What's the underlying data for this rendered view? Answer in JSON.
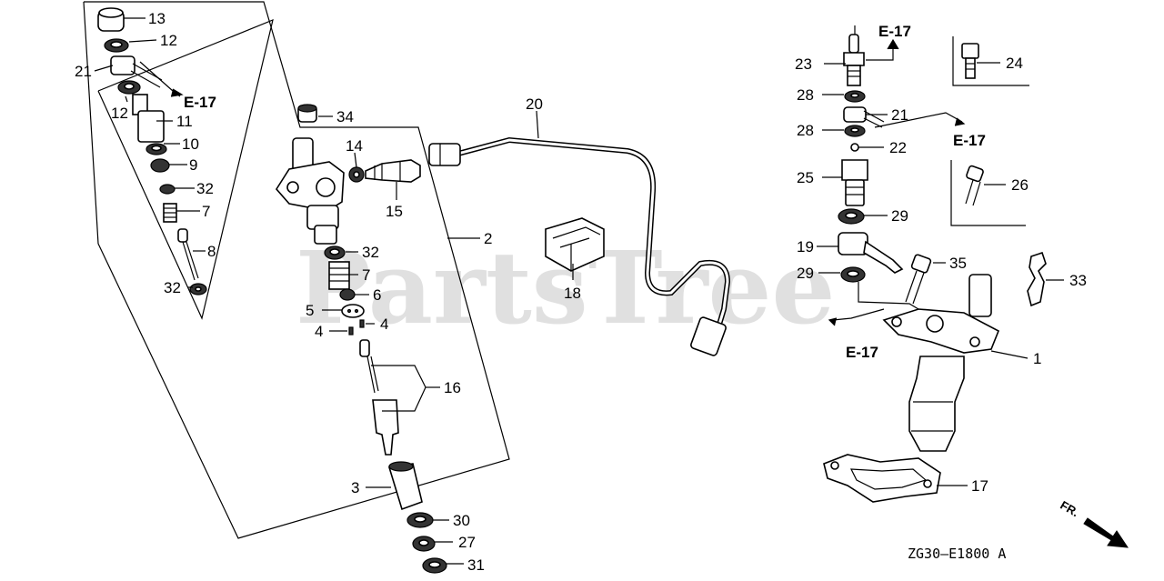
{
  "watermark": "PartsTree",
  "diagram_code": "ZG30—E1800 A",
  "direction_marker": "FR.",
  "callouts": [
    {
      "id": "c1",
      "text": "13"
    },
    {
      "id": "c2",
      "text": "12"
    },
    {
      "id": "c3",
      "text": "21"
    },
    {
      "id": "c4",
      "text": "12"
    },
    {
      "id": "c5",
      "text": "11"
    },
    {
      "id": "c6",
      "text": "10"
    },
    {
      "id": "c7",
      "text": "9"
    },
    {
      "id": "c8",
      "text": "32"
    },
    {
      "id": "c9",
      "text": "7"
    },
    {
      "id": "c10",
      "text": "8"
    },
    {
      "id": "c11",
      "text": "32"
    },
    {
      "id": "c12",
      "text": "34"
    },
    {
      "id": "c13",
      "text": "14"
    },
    {
      "id": "c14",
      "text": "15"
    },
    {
      "id": "c15",
      "text": "2"
    },
    {
      "id": "c16",
      "text": "32"
    },
    {
      "id": "c17",
      "text": "7"
    },
    {
      "id": "c18",
      "text": "6"
    },
    {
      "id": "c19",
      "text": "5"
    },
    {
      "id": "c20",
      "text": "4"
    },
    {
      "id": "c21",
      "text": "4"
    },
    {
      "id": "c22",
      "text": "16"
    },
    {
      "id": "c23",
      "text": "3"
    },
    {
      "id": "c24",
      "text": "30"
    },
    {
      "id": "c25",
      "text": "27"
    },
    {
      "id": "c26",
      "text": "31"
    },
    {
      "id": "c27",
      "text": "20"
    },
    {
      "id": "c28",
      "text": "18"
    },
    {
      "id": "c29",
      "text": "23"
    },
    {
      "id": "c30",
      "text": "24"
    },
    {
      "id": "c31",
      "text": "28"
    },
    {
      "id": "c32",
      "text": "21"
    },
    {
      "id": "c33",
      "text": "28"
    },
    {
      "id": "c34",
      "text": "22"
    },
    {
      "id": "c35",
      "text": "25"
    },
    {
      "id": "c36",
      "text": "26"
    },
    {
      "id": "c37",
      "text": "29"
    },
    {
      "id": "c38",
      "text": "19"
    },
    {
      "id": "c39",
      "text": "35"
    },
    {
      "id": "c40",
      "text": "29"
    },
    {
      "id": "c41",
      "text": "33"
    },
    {
      "id": "c42",
      "text": "1"
    },
    {
      "id": "c43",
      "text": "17"
    }
  ],
  "references": [
    {
      "id": "r1",
      "text": "E-17"
    },
    {
      "id": "r2",
      "text": "E-17"
    },
    {
      "id": "r3",
      "text": "E-17"
    },
    {
      "id": "r4",
      "text": "E-17"
    }
  ]
}
